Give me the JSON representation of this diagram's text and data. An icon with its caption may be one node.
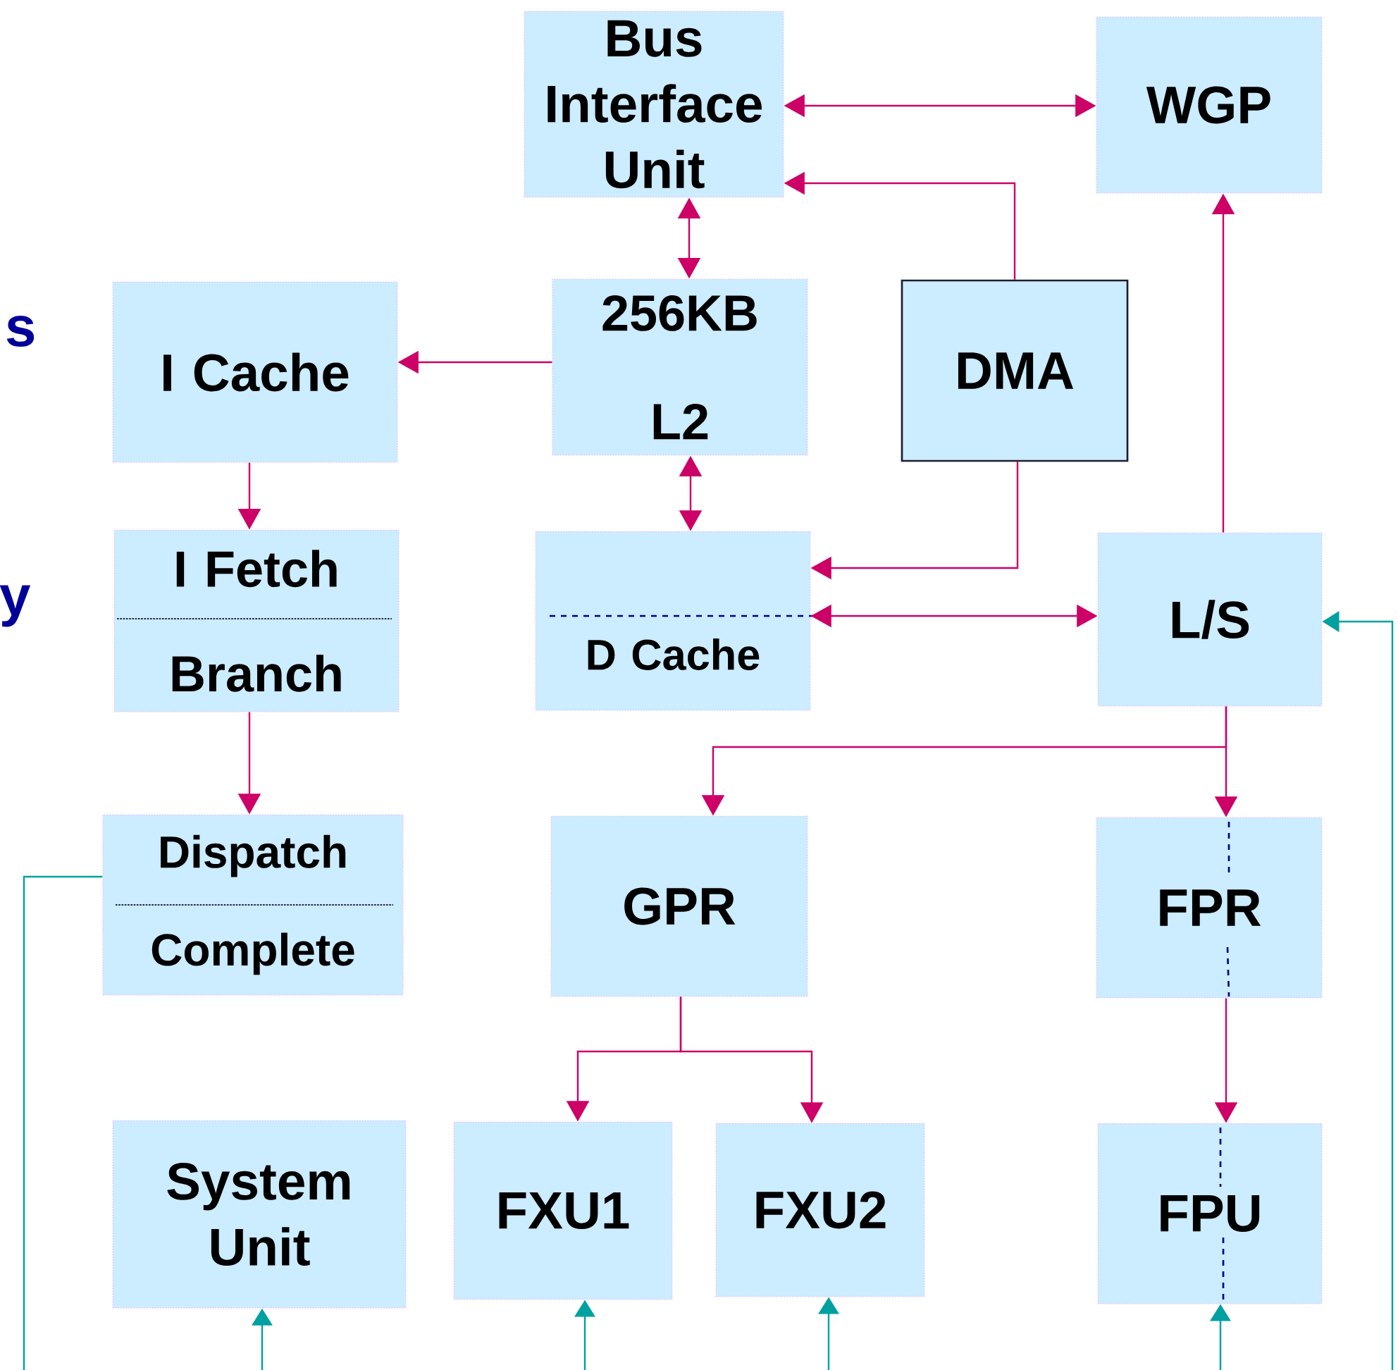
{
  "diagram": {
    "nodes": [
      {
        "text": [
          "Bus Interface Unit"
        ]
      },
      {
        "text": [
          "WGP"
        ]
      },
      {
        "text": [
          "I Cache"
        ]
      },
      {
        "text": [
          "256KB",
          "L2"
        ]
      },
      {
        "text": [
          "DMA"
        ]
      },
      {
        "text": [
          "I Fetch",
          "Branch"
        ]
      },
      {
        "text": [
          "D Cache"
        ]
      },
      {
        "text": [
          "L/S"
        ]
      },
      {
        "text": [
          "Dispatch",
          "Complete"
        ]
      },
      {
        "text": [
          "GPR"
        ]
      },
      {
        "text": [
          "FPR"
        ]
      },
      {
        "text": [
          "System Unit"
        ]
      },
      {
        "text": [
          "FXU1"
        ]
      },
      {
        "text": [
          "FXU2"
        ]
      },
      {
        "text": [
          "FPU"
        ]
      }
    ],
    "edges": [
      {
        "from": 0,
        "to": 1,
        "arrow": "both"
      },
      {
        "from": 4,
        "to": 0,
        "arrow": "to"
      },
      {
        "from": 0,
        "to": 3,
        "arrow": "both"
      },
      {
        "from": 3,
        "to": 2,
        "arrow": "to"
      },
      {
        "from": 3,
        "to": 6,
        "arrow": "both"
      },
      {
        "from": 4,
        "to": 6,
        "arrow": "to"
      },
      {
        "from": 6,
        "to": 7,
        "arrow": "both"
      },
      {
        "from": 7,
        "to": 1,
        "arrow": "to"
      },
      {
        "from": 7,
        "to": 9,
        "arrow": "to"
      },
      {
        "from": 7,
        "to": 10,
        "arrow": "to"
      },
      {
        "from": 10,
        "to": 14,
        "arrow": "to"
      },
      {
        "from": 9,
        "to": 12,
        "arrow": "to"
      },
      {
        "from": 9,
        "to": 13,
        "arrow": "to"
      },
      {
        "from": 2,
        "to": 5,
        "arrow": "to"
      },
      {
        "from": 5,
        "to": 8,
        "arrow": "to"
      },
      {
        "from": 8,
        "to": null,
        "arrow": "none",
        "color": "#00a0a0"
      },
      {
        "from": null,
        "to": 11,
        "arrow": "to",
        "color": "#00a0a0"
      },
      {
        "from": null,
        "to": 12,
        "arrow": "to",
        "color": "#00a0a0"
      },
      {
        "from": null,
        "to": 13,
        "arrow": "to",
        "color": "#00a0a0"
      },
      {
        "from": null,
        "to": 14,
        "arrow": "to",
        "color": "#00a0a0"
      },
      {
        "from": null,
        "to": 7,
        "arrow": "to",
        "color": "#00a0a0"
      }
    ],
    "labels": [
      "s",
      "y"
    ]
  }
}
